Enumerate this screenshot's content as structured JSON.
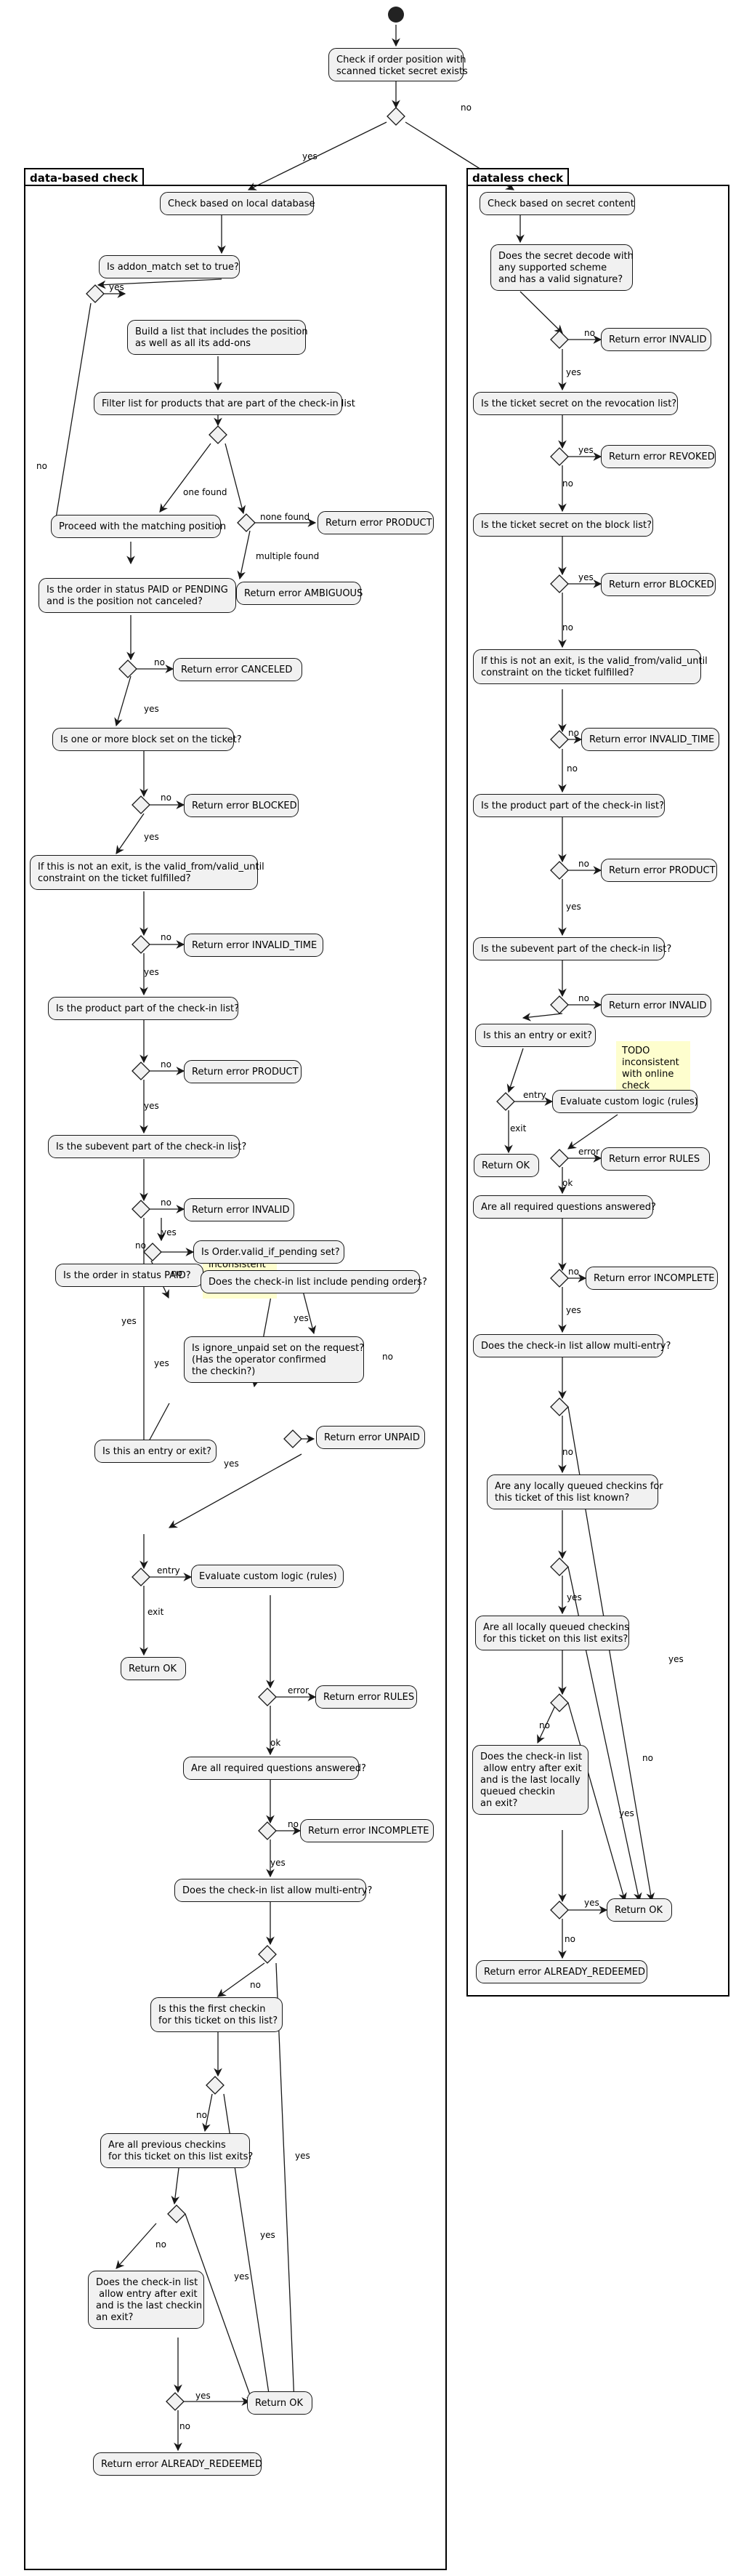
{
  "start": {
    "question": "Check if order position with\nscanned ticket secret exists",
    "yes": "yes",
    "no": "no"
  },
  "partitions": {
    "left": "data-based check",
    "right": "dataless check"
  },
  "left": {
    "a1": "Check based on local database",
    "a2": "Is addon_match set to true?",
    "yes": "yes",
    "no": "no",
    "a3": "Build a list that includes the position\nas well as all its add-ons",
    "a4": "Filter list for products that are part of the check-in list",
    "one_found": "one found",
    "none_found": "none found",
    "multiple_found": "multiple found",
    "proceed": "Proceed with the matching position",
    "err_product1": "Return error PRODUCT",
    "err_ambiguous": "Return error AMBIGUOUS",
    "q_paid": "Is the order in status PAID or PENDING\nand is the position not canceled?",
    "err_canceled": "Return error CANCELED",
    "q_block": "Is one or more block set on the ticket?",
    "err_blocked": "Return error BLOCKED",
    "q_valid": "If this is not an exit, is the valid_from/valid_until\nconstraint on the ticket fulfilled?",
    "err_invalid_time": "Return error INVALID_TIME",
    "q_product": "Is the product part of the check-in list?",
    "err_product2": "Return error PRODUCT",
    "q_subevent": "Is the subevent part of the check-in list?",
    "err_invalid": "Return error INVALID",
    "note": "TODO\ninconsistent\nwith online\ncheck",
    "q_status_paid": "Is the order in status PAID?",
    "q_valid_pending": "Is Order.valid_if_pending set?",
    "q_include_pending": "Does the check-in list include pending orders?",
    "q_ignore_unpaid": "Is ignore_unpaid set on the request?\n(Has the operator confirmed\nthe checkin?)",
    "err_unpaid": "Return error UNPAID",
    "q_entry_exit": "Is this an entry or exit?",
    "entry": "entry",
    "exit": "exit",
    "ok_exit": "Return OK",
    "custom_logic": "Evaluate custom logic (rules)",
    "error": "error",
    "ok": "ok",
    "err_rules": "Return error RULES",
    "q_questions": "Are all required questions answered?",
    "err_incomplete": "Return error INCOMPLETE",
    "q_multi": "Does the check-in list allow multi-entry?",
    "q_first": "Is this the first checkin\nfor this ticket on this list?",
    "q_prev_exits": "Are all previous checkins\nfor this ticket on this list exits?",
    "q_entry_after_exit": "Does the check-in list\n allow entry after exit\nand is the last checkin\nan exit?",
    "return_ok": "Return OK",
    "err_redeemed": "Return error ALREADY_REDEEMED"
  },
  "right": {
    "a1": "Check based on secret content",
    "a2": "Does the secret decode with\nany supported scheme\nand has a valid signature?",
    "yes": "yes",
    "no": "no",
    "err_invalid1": "Return error INVALID",
    "q_revocation": "Is the ticket secret on the revocation list?",
    "err_revoked": "Return error REVOKED",
    "q_block": "Is the ticket secret on the block list?",
    "err_blocked": "Return error BLOCKED",
    "q_valid": "If this is not an exit, is the valid_from/valid_until\nconstraint on the ticket fulfilled?",
    "err_invalid_time": "Return error INVALID_TIME",
    "q_product": "Is the product part of the check-in list?",
    "err_product": "Return error PRODUCT",
    "q_subevent": "Is the subevent part of the check-in list?",
    "err_invalid2": "Return error INVALID",
    "note": "TODO\ninconsistent\nwith online\ncheck",
    "q_entry_exit": "Is this an entry or exit?",
    "entry": "entry",
    "exit": "exit",
    "ok_exit": "Return OK",
    "custom_logic": "Evaluate custom logic (rules)",
    "error": "error",
    "ok": "ok",
    "err_rules": "Return error RULES",
    "q_questions": "Are all required questions answered?",
    "err_incomplete": "Return error INCOMPLETE",
    "q_multi": "Does the check-in list allow multi-entry?",
    "q_queued_known": "Are any locally queued checkins for\nthis ticket of this list known?",
    "q_queued_exits": "Are all locally queued checkins\nfor this ticket on this list exits?",
    "q_entry_after_exit": "Does the check-in list\n allow entry after exit\nand is the last locally\nqueued checkin\nan exit?",
    "return_ok": "Return OK",
    "err_redeemed": "Return error ALREADY_REDEEMED"
  }
}
